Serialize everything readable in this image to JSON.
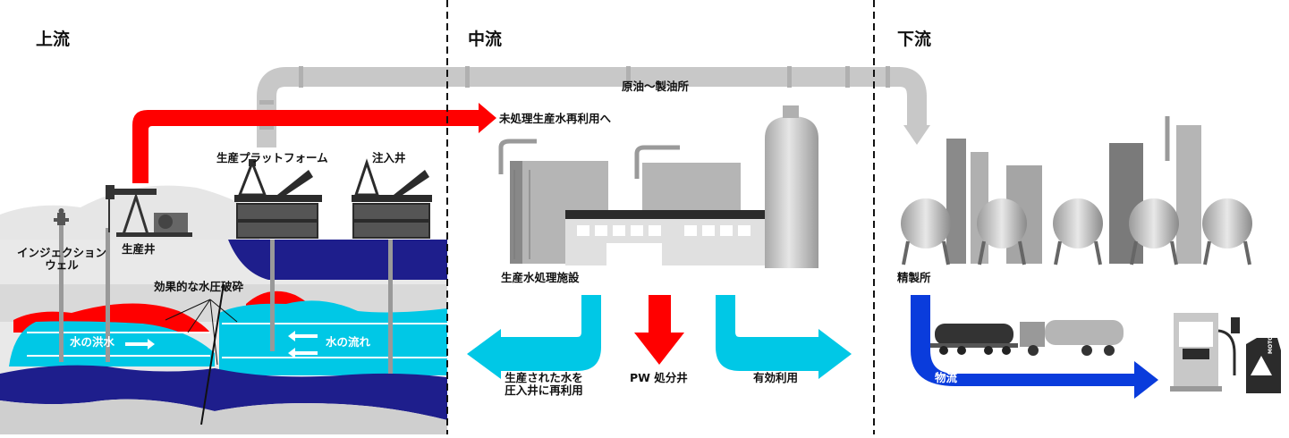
{
  "sections": {
    "upstream": "上流",
    "midstream": "中流",
    "downstream": "下流"
  },
  "labels": {
    "crude_to_refinery": "原油〜製油所",
    "untreated_reuse": "未処理生産水再利用へ",
    "platform": "生産プラットフォーム",
    "injection_well": "注入井",
    "injection_well_left_line1": "インジェクション",
    "injection_well_left_line2": "ウェル",
    "production_well": "生産井",
    "fracturing": "効果的な水圧破砕",
    "water_flood": "水の洪水",
    "water_flow": "水の流れ",
    "treatment_facility": "生産水処理施設",
    "reinject_line1": "生産された水を",
    "reinject_line2": "圧入井に再利用",
    "disposal_well": "PW 処分井",
    "beneficial_use": "有効利用",
    "refinery": "精製所",
    "logistics": "物流",
    "motor_oil": "MOTOR OIL"
  },
  "colors": {
    "red": "#ff0000",
    "cyan": "#00c8e6",
    "navy": "#1e1e8c",
    "blue": "#0a3cdc",
    "pipe_gray": "#c8c8c8",
    "dark": "#2b2b2b"
  }
}
